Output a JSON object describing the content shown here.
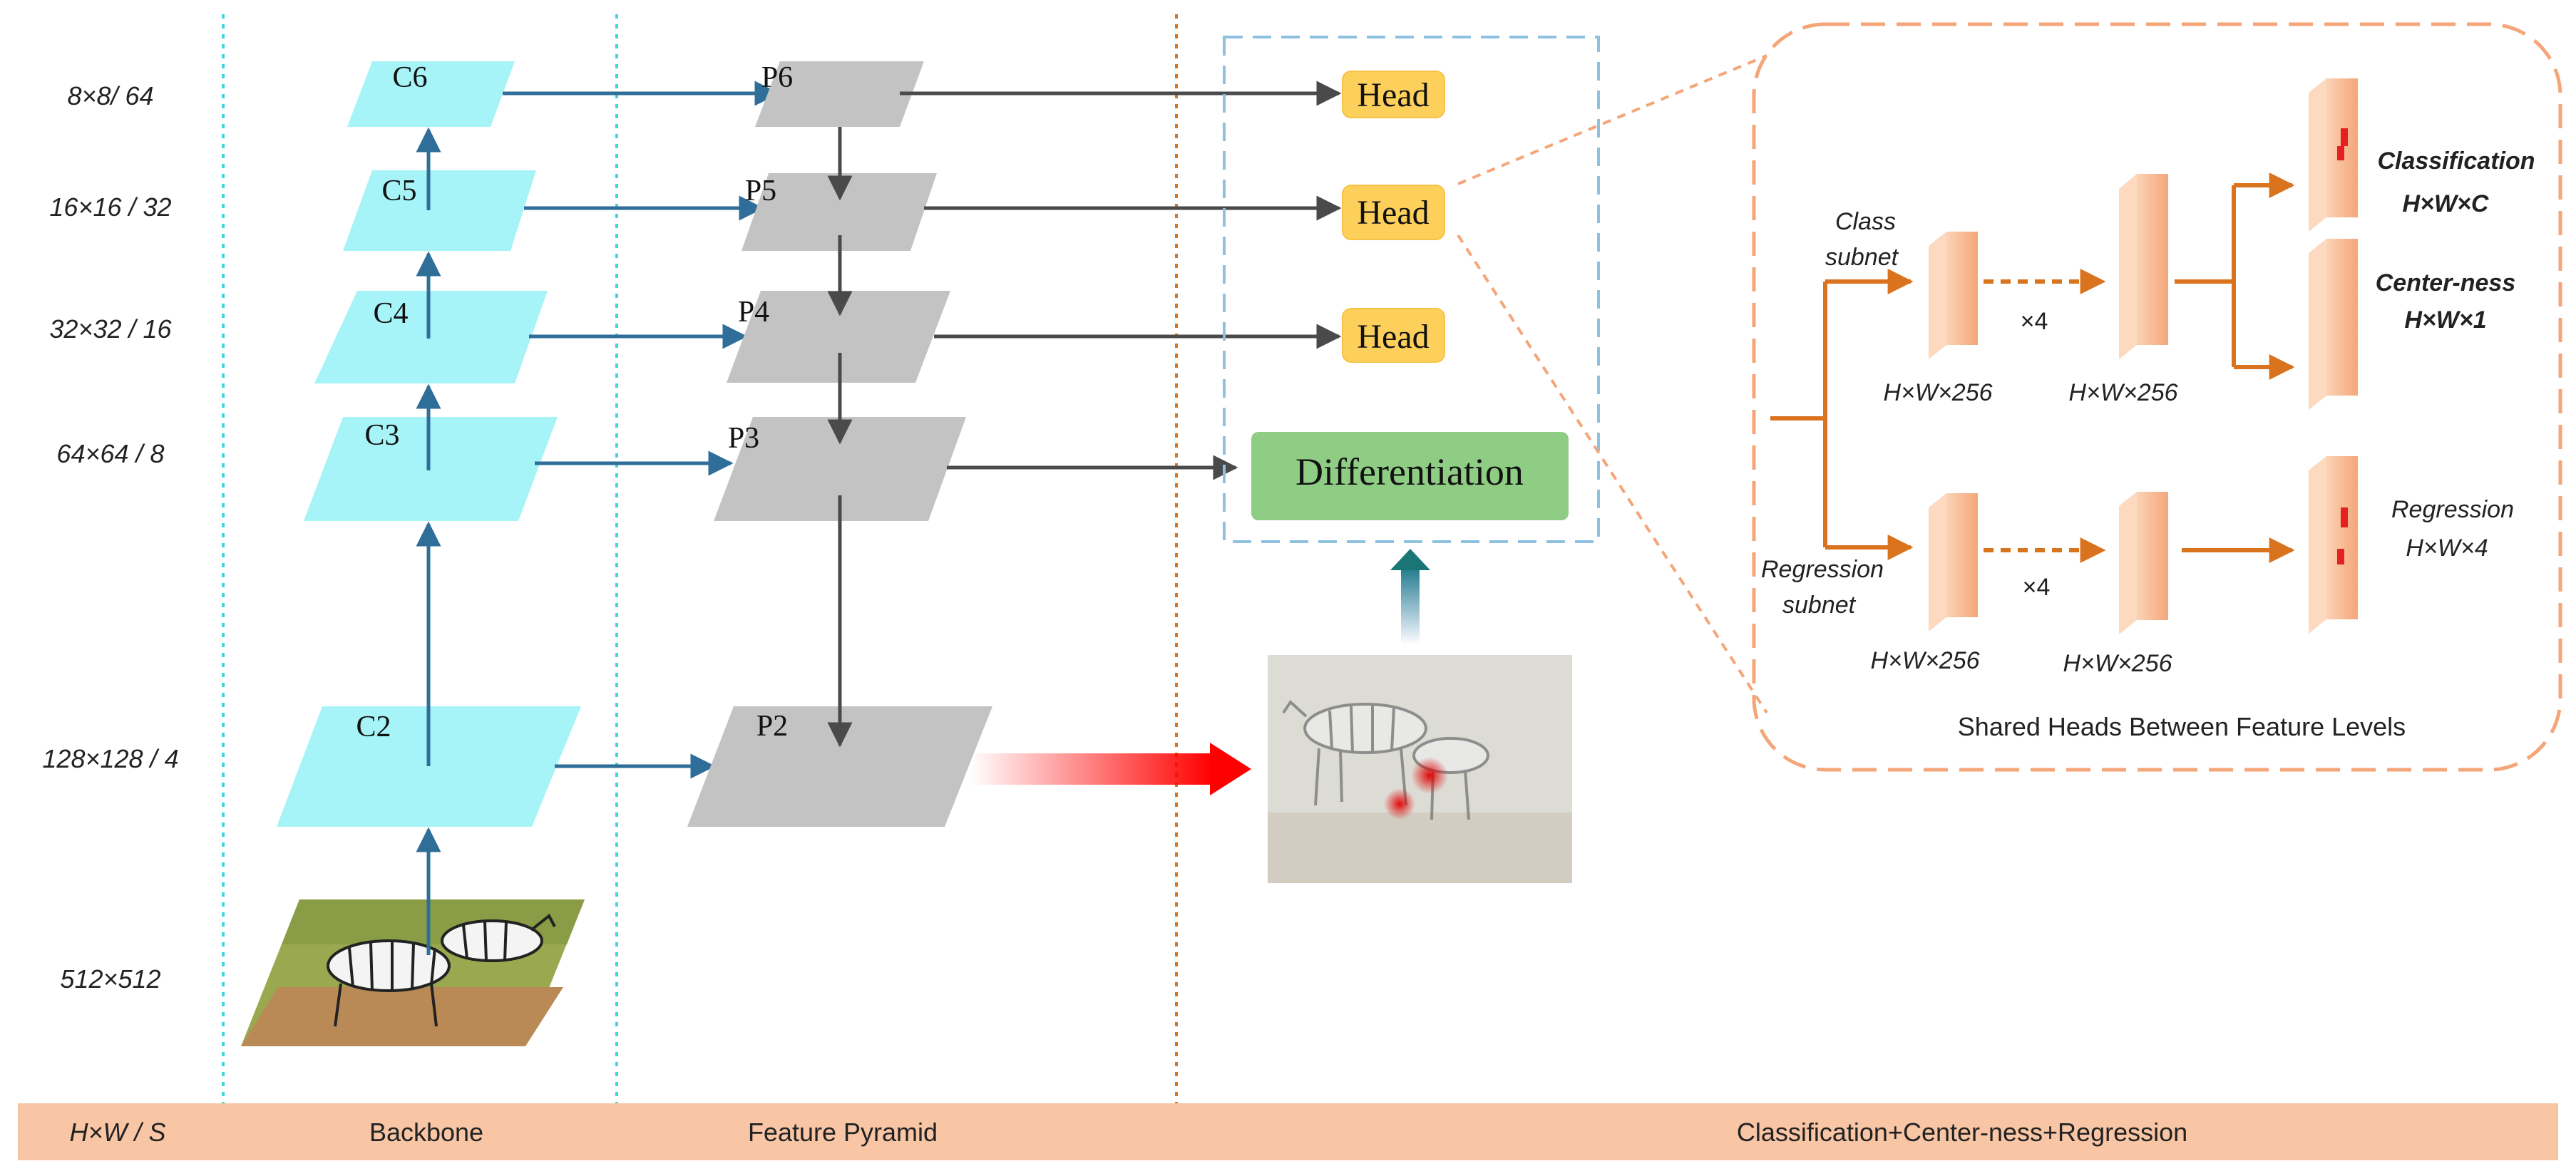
{
  "sizes": {
    "c6": "8×8/ 64",
    "c5": "16×16 / 32",
    "c4": "32×32 / 16",
    "c3": "64×64 / 8",
    "c2": "128×128 / 4",
    "input": "512×512"
  },
  "backbone_levels": {
    "c6": "C6",
    "c5": "C5",
    "c4": "C4",
    "c3": "C3",
    "c2": "C2"
  },
  "pyramid_levels": {
    "p6": "P6",
    "p5": "P5",
    "p4": "P4",
    "p3": "P3",
    "p2": "P2"
  },
  "heads": {
    "head_p6": "Head",
    "head_p5": "Head",
    "head_p4": "Head",
    "differentiation": "Differentiation"
  },
  "head_detail": {
    "class_subnet": "Class subnet",
    "regression_subnet": "Regression subnet",
    "class_dims_1": "H×W×256",
    "class_dims_2": "H×W×256",
    "reg_dims_1": "H×W×256",
    "reg_dims_2": "H×W×256",
    "repeat_class": "×4",
    "repeat_reg": "×4",
    "classification": "Classification",
    "classification_dims": "H×W×C",
    "centerness": "Center-ness",
    "centerness_dims": "H×W×1",
    "regression": "Regression",
    "regression_dims": "H×W×4",
    "caption": "Shared Heads Between Feature Levels"
  },
  "footer": {
    "scale": "H×W / S",
    "backbone": "Backbone",
    "feature_pyramid": "Feature Pyramid",
    "classification_stage": "Classification+Center-ness+Regression"
  },
  "colors": {
    "backbone_fill": "#a6f3f8",
    "pyramid_fill": "#c3c3c3",
    "head_fill": "#fcd05a",
    "differentiation_fill": "#8fcc84",
    "feature_map": "#f7b084",
    "accent_orange": "#d9731d",
    "connector_blue": "#2e6e99",
    "footer_band": "#f8c5a5",
    "cyan_divider": "#3fd6dd",
    "dashed_box": "#8ec0e0"
  }
}
